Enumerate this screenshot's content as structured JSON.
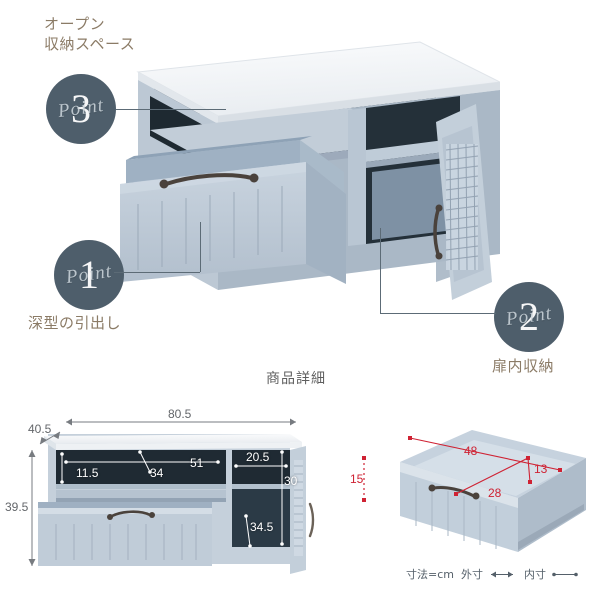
{
  "page": {
    "background": "#ffffff",
    "accent_badge_color": "#4e5e6b",
    "caption_color": "#8b7b66",
    "dimension_outer_color": "#63666a",
    "dimension_inner_color": "#ffffff",
    "dimension_drawer_color": "#cf2233",
    "furniture_body_color": "#c3cdd8",
    "furniture_top_color": "#f2f4f6"
  },
  "points": [
    {
      "id": "point-3",
      "number": "3",
      "word": "Point",
      "caption": "オープン\n収納スペース",
      "caption_position": "above"
    },
    {
      "id": "point-1",
      "number": "1",
      "word": "Point",
      "caption": "深型の引出し",
      "caption_position": "below"
    },
    {
      "id": "point-2",
      "number": "2",
      "word": "Point",
      "caption": "扉内収納",
      "caption_position": "below"
    }
  ],
  "details": {
    "section_title": "商品詳細"
  },
  "cabinet_dimensions": {
    "width": "80.5",
    "depth": "40.5",
    "height": "39.5",
    "open_shelf_height": "11.5",
    "open_shelf_depth": "34",
    "open_shelf_width": "51",
    "cabinet_inner_width": "20.5",
    "cabinet_inner_height": "30",
    "cabinet_inner_depth": "34.5"
  },
  "drawer_dimensions": {
    "inner_width": "48",
    "inner_depth": "28",
    "inner_height_back": "13",
    "outer_height": "15"
  },
  "legend": {
    "unit_label": "寸法=cm",
    "outer_label": "外寸",
    "inner_label": "内寸"
  }
}
